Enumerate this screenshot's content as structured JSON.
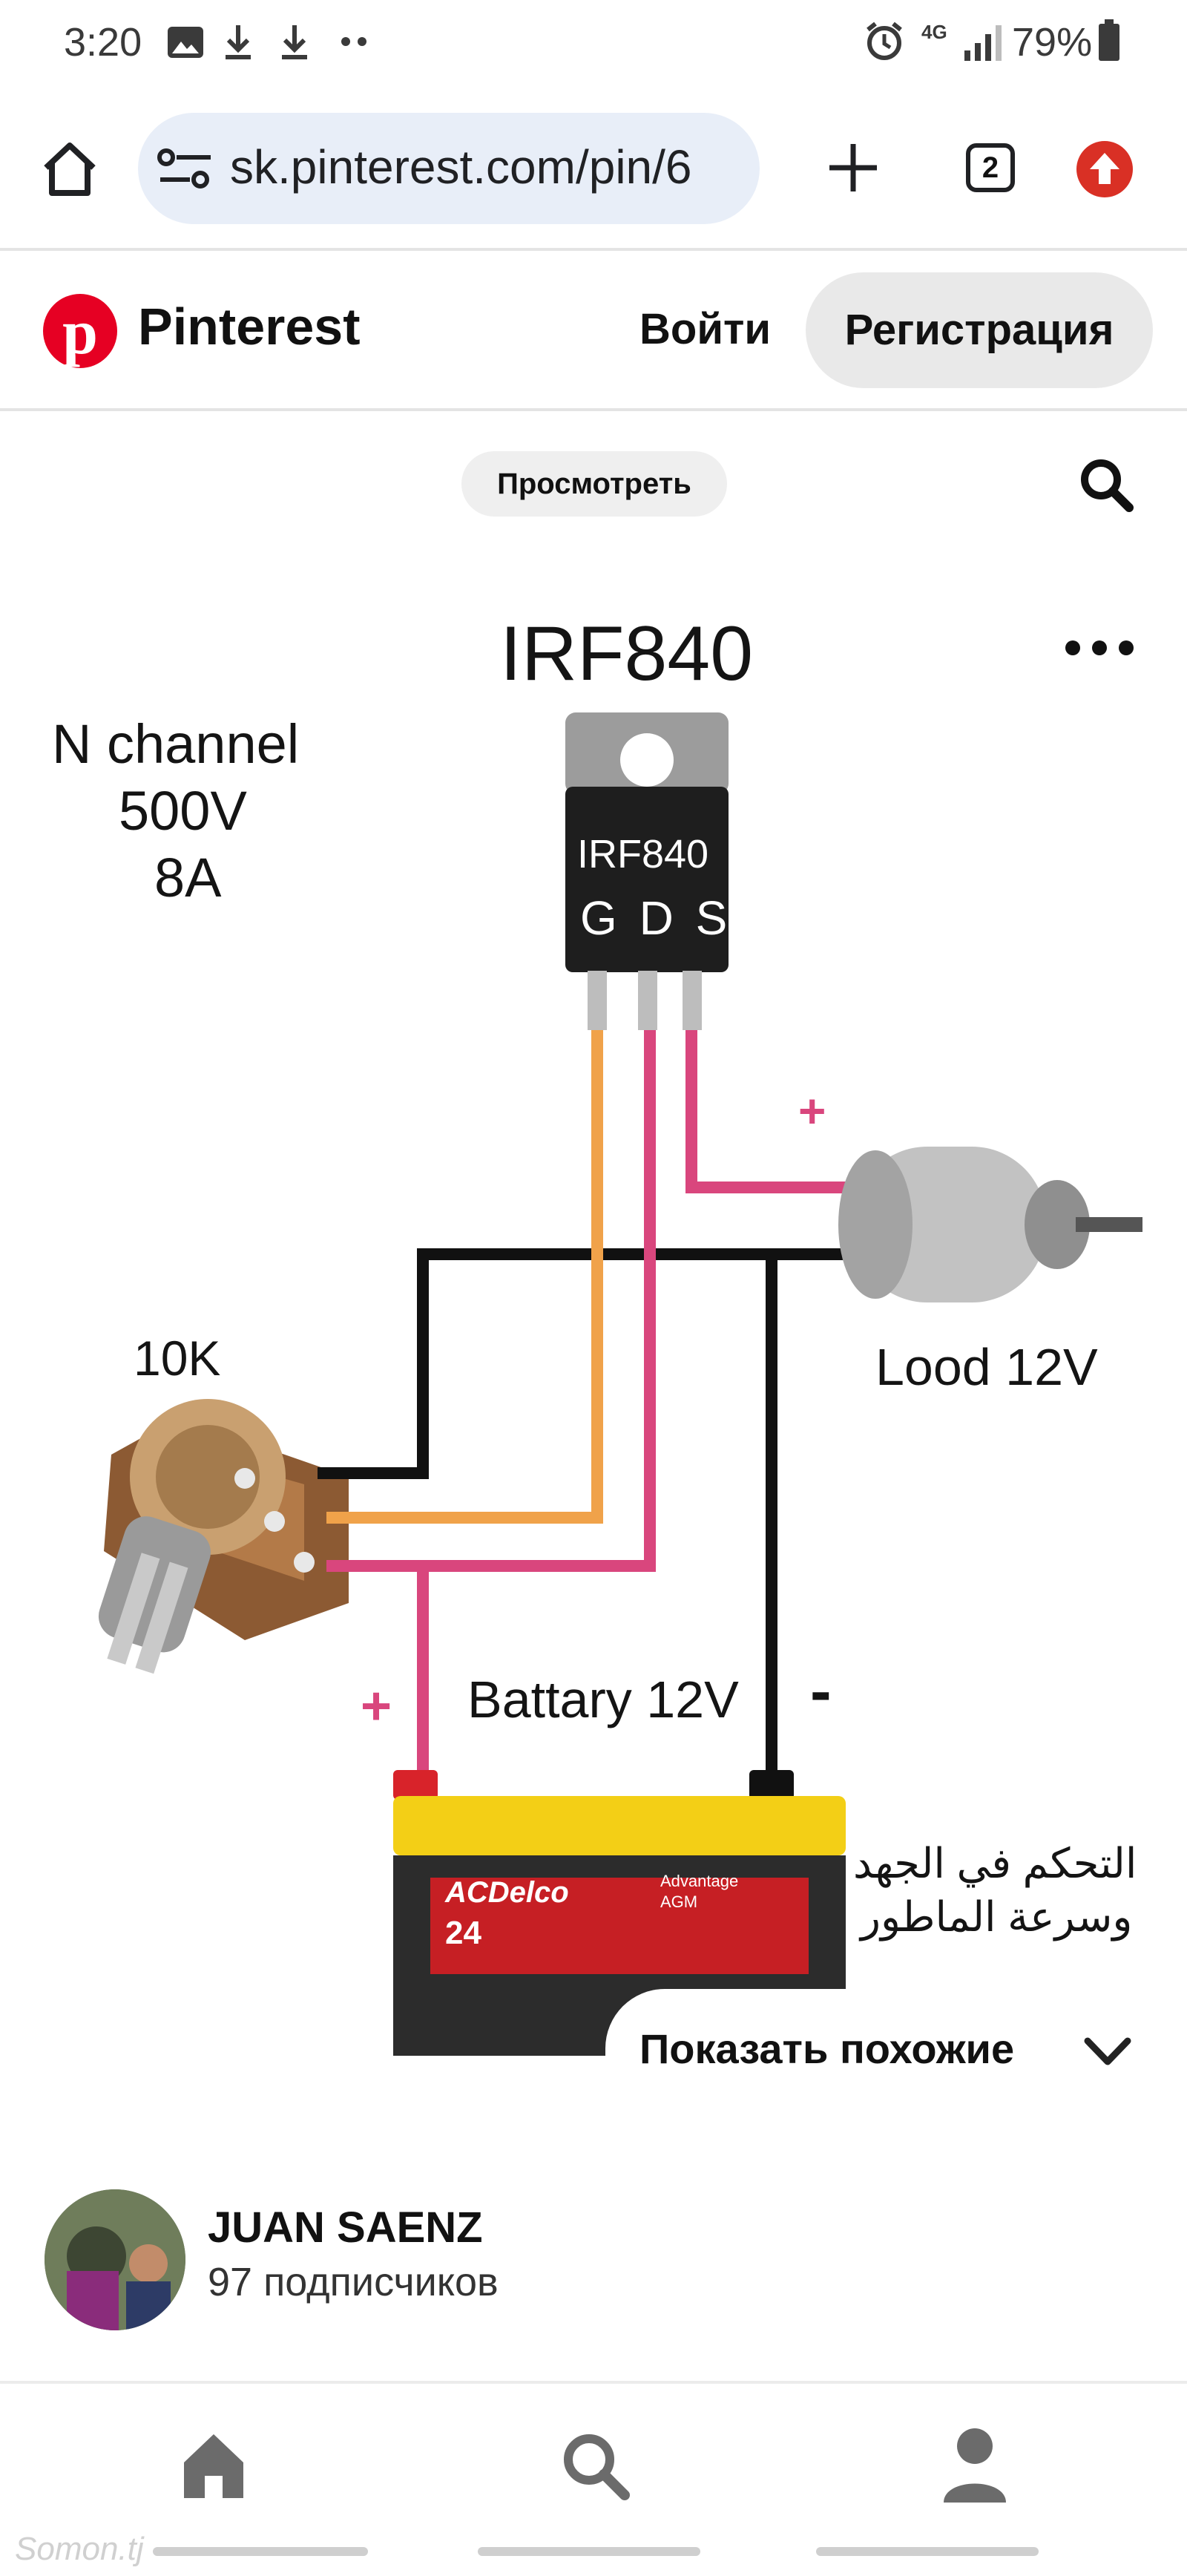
{
  "status_bar": {
    "time": "3:20",
    "network": "4G",
    "battery": "79%",
    "icons": [
      "image-icon",
      "download-icon",
      "download-icon",
      "more-dots-icon",
      "alarm-icon",
      "signal-icon",
      "battery-icon"
    ]
  },
  "browser": {
    "url": "sk.pinterest.com/pin/6",
    "tab_count": "2"
  },
  "header": {
    "brand": "Pinterest",
    "login_label": "Войти",
    "signup_label": "Регистрация"
  },
  "toolbar": {
    "view_label": "Просмотреть"
  },
  "pin": {
    "chip_title": "IRF840",
    "specs": [
      "N channel",
      "500V",
      "8A"
    ],
    "chip_body_label": "IRF840",
    "pins_label": "G D S",
    "pot_label": "10K",
    "load_label": "Lood 12V",
    "battery_label": "Battary 12V",
    "plus_sign": "+",
    "minus_sign": "-",
    "battery_brand": "ACDelco",
    "battery_number": "24",
    "battery_line1": "Advantage",
    "battery_line2": "AGM",
    "arabic_line1": "التحكم في الجهد",
    "arabic_line2": "وسرعة الماطور"
  },
  "similar": {
    "label": "Показать похожие"
  },
  "author": {
    "name": "JUAN SAENZ",
    "followers": "97 подписчиков"
  },
  "watermark": "Somon.tj",
  "colors": {
    "pinterest_red": "#e60023",
    "url_bar": "#e8eef8",
    "wire_orange": "#f0a24a",
    "wire_pink": "#d9467d",
    "wire_black": "#111111"
  }
}
